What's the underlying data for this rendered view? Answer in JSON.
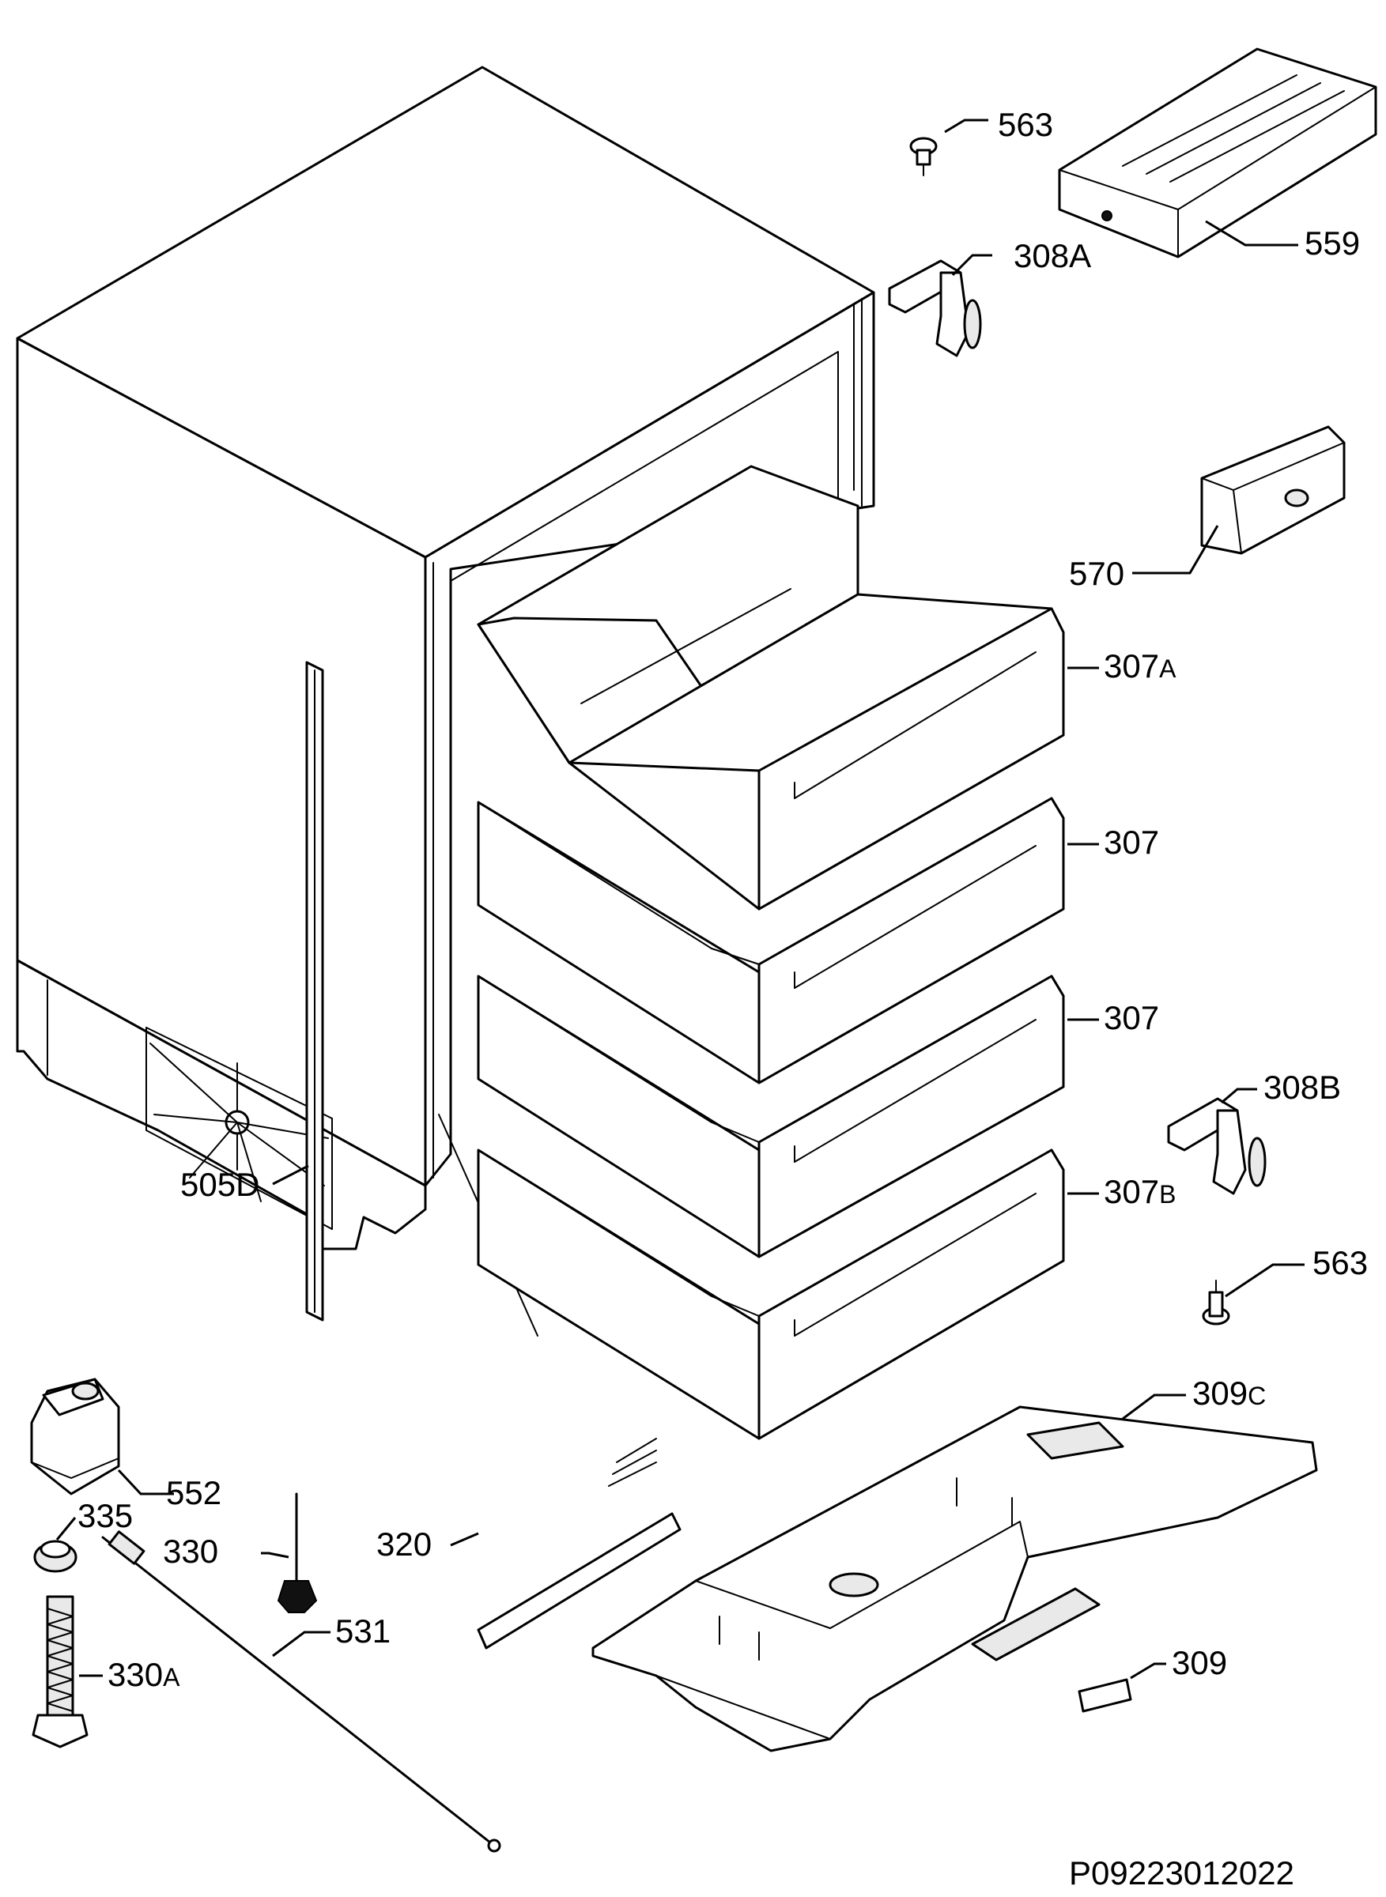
{
  "diagram_code": "P09223012022",
  "parts": [
    {
      "id": "563-top",
      "main": "563",
      "suffix": ""
    },
    {
      "id": "559",
      "main": "559",
      "suffix": ""
    },
    {
      "id": "308A",
      "main": "308A",
      "suffix": ""
    },
    {
      "id": "570",
      "main": "570",
      "suffix": ""
    },
    {
      "id": "307A",
      "main": "307",
      "suffix": "A"
    },
    {
      "id": "307-upper",
      "main": "307",
      "suffix": ""
    },
    {
      "id": "307-lower",
      "main": "307",
      "suffix": ""
    },
    {
      "id": "308B",
      "main": "308B",
      "suffix": ""
    },
    {
      "id": "307B",
      "main": "307",
      "suffix": "B"
    },
    {
      "id": "505D",
      "main": "505D",
      "suffix": ""
    },
    {
      "id": "563-bottom",
      "main": "563",
      "suffix": ""
    },
    {
      "id": "309C",
      "main": "309",
      "suffix": "C"
    },
    {
      "id": "552",
      "main": "552",
      "suffix": ""
    },
    {
      "id": "335",
      "main": "335",
      "suffix": ""
    },
    {
      "id": "330",
      "main": "330",
      "suffix": ""
    },
    {
      "id": "320",
      "main": "320",
      "suffix": ""
    },
    {
      "id": "531",
      "main": "531",
      "suffix": ""
    },
    {
      "id": "330A",
      "main": "330",
      "suffix": "A"
    },
    {
      "id": "309",
      "main": "309",
      "suffix": ""
    }
  ]
}
